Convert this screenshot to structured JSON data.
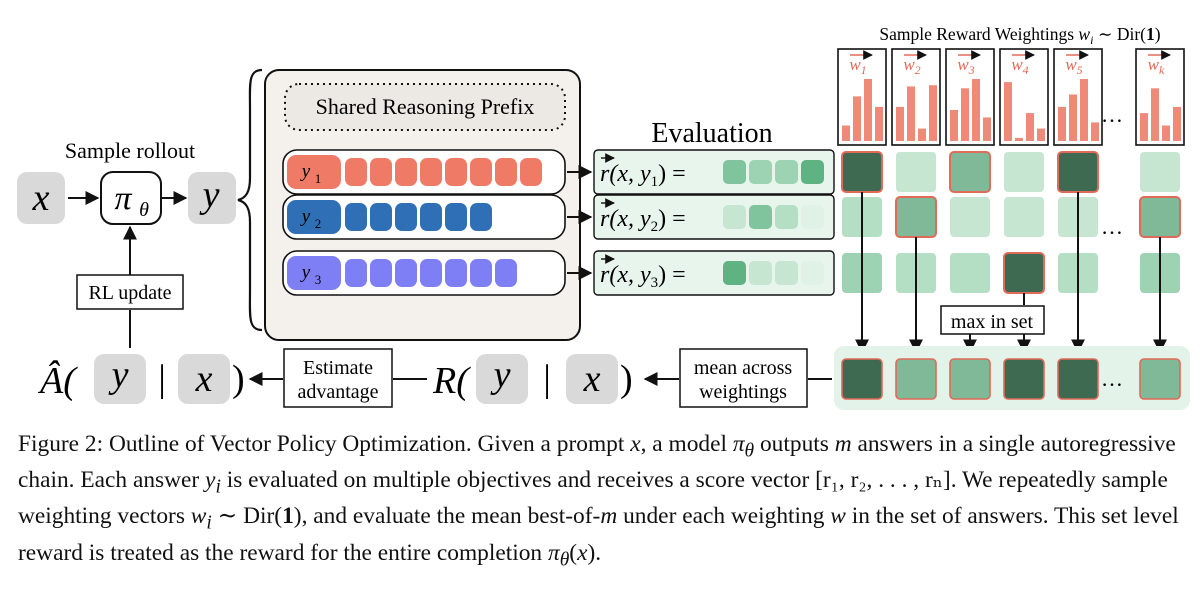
{
  "colors": {
    "red": "#ef7b67",
    "red_bar": "#ef8a78",
    "blue": "#2f6fb5",
    "purple": "#7f7ff5",
    "green_dark": "#3f6a52",
    "green_mid": "#7fb998",
    "green_light": "#c7e6d2",
    "green_lighter": "#e0f2e6",
    "gray_box": "#d9d9d9",
    "panel_bg": "#f4f1ec"
  },
  "left": {
    "x_label": "x",
    "policy_label": "π",
    "policy_sub": "θ",
    "y_label": "y",
    "sample_rollout": "Sample rollout",
    "rl_update": "RL update"
  },
  "panel": {
    "prefix_label": "Shared Reasoning Prefix",
    "answers": [
      {
        "label": "y",
        "sub": "1",
        "color": "#ef7b67",
        "tokens": 8
      },
      {
        "label": "y",
        "sub": "2",
        "color": "#2f6fb5",
        "tokens": 6
      },
      {
        "label": "y",
        "sub": "3",
        "color": "#7f7ff5",
        "tokens": 7
      }
    ]
  },
  "evaluation": {
    "title": "Evaluation",
    "rows": [
      {
        "lhs_a": "r",
        "lhs_b": "(x, y",
        "sub": "1",
        "lhs_c": ") =",
        "scores": [
          "#7fc49d",
          "#9dd3b2",
          "#9dd3b2",
          "#5fb383"
        ]
      },
      {
        "lhs_a": "r",
        "lhs_b": "(x, y",
        "sub": "2",
        "lhs_c": ") =",
        "scores": [
          "#c7e6d2",
          "#7fc49d",
          "#b5dfc4",
          "#e0f2e6"
        ]
      },
      {
        "lhs_a": "r",
        "lhs_b": "(x, y",
        "sub": "3",
        "lhs_c": ") =",
        "scores": [
          "#5fb383",
          "#c7e6d2",
          "#c7e6d2",
          "#e0f2e6"
        ]
      }
    ]
  },
  "weightings": {
    "header_a": "Sample Reward Weightings",
    "header_w": "w",
    "header_i": "i",
    "header_b": "∼ Dir(",
    "header_one": "1",
    "header_c": ")",
    "ellipsis": "…",
    "columns": [
      {
        "label": "w",
        "sub": "1",
        "bars": [
          0.25,
          0.72,
          1.0,
          0.55
        ]
      },
      {
        "label": "w",
        "sub": "2",
        "bars": [
          0.55,
          0.88,
          0.2,
          0.9
        ]
      },
      {
        "label": "w",
        "sub": "3",
        "bars": [
          0.5,
          0.85,
          1.0,
          0.38
        ]
      },
      {
        "label": "w",
        "sub": "4",
        "bars": [
          0.95,
          0.05,
          0.45,
          0.2
        ]
      },
      {
        "label": "w",
        "sub": "5",
        "bars": [
          0.55,
          0.75,
          1.0,
          0.3
        ]
      },
      {
        "label": "w",
        "sub": "k",
        "bars": [
          0.45,
          0.85,
          0.25,
          0.55
        ]
      }
    ],
    "matrix": [
      [
        "#3f6a52",
        "#c7e6d2",
        "#7fb998",
        "#c7e6d2",
        "#3f6a52",
        "#c7e6d2"
      ],
      [
        "#b5dfc4",
        "#7fb998",
        "#c7e6d2",
        "#c7e6d2",
        "#c7e6d2",
        "#7fb998"
      ],
      [
        "#9dd3b2",
        "#b5dfc4",
        "#b5dfc4",
        "#3f6a52",
        "#b5dfc4",
        "#9dd3b2"
      ]
    ],
    "selected_row": [
      0,
      1,
      0,
      2,
      0,
      1
    ],
    "max_label": "max in set",
    "result": [
      "#3f6a52",
      "#7fb998",
      "#7fb998",
      "#3f6a52",
      "#3f6a52",
      "#7fb998"
    ]
  },
  "bottom": {
    "mean_l1": "mean across",
    "mean_l2": "weightings",
    "R": "R(",
    "A": "Â(",
    "bar": "|",
    "close": ")",
    "y": "y",
    "x": "x",
    "est_l1": "Estimate",
    "est_l2": "advantage"
  },
  "caption": {
    "s1": "Figure 2: Outline of Vector Policy Optimization. Given a prompt ",
    "x1": "x",
    "s2": ", a model ",
    "pi": "π",
    "theta": "θ",
    "s3": " outputs ",
    "m1": "m",
    "s4": " answers in a single autoregressive chain. Each answer ",
    "yi": "y",
    "i_sub": "i",
    "s5": " is evaluated on multiple objectives and receives a score vector ",
    "vec": "[r₁, r₂, . . . , rₙ]",
    "s6": ". We repeatedly sample weighting vectors ",
    "wi": "w",
    "wi_sub": "i",
    "s7": " ∼ Dir(",
    "one": "1",
    "s8": "), and evaluate the mean best-of-",
    "m2": "m",
    "s9": " under each weighting ",
    "w": "w",
    "s10": " in the set of answers. This set level reward is treated as the reward for the entire completion ",
    "pi2": "π",
    "theta2": "θ",
    "s11": "(",
    "x2": "x",
    "s12": ")."
  }
}
